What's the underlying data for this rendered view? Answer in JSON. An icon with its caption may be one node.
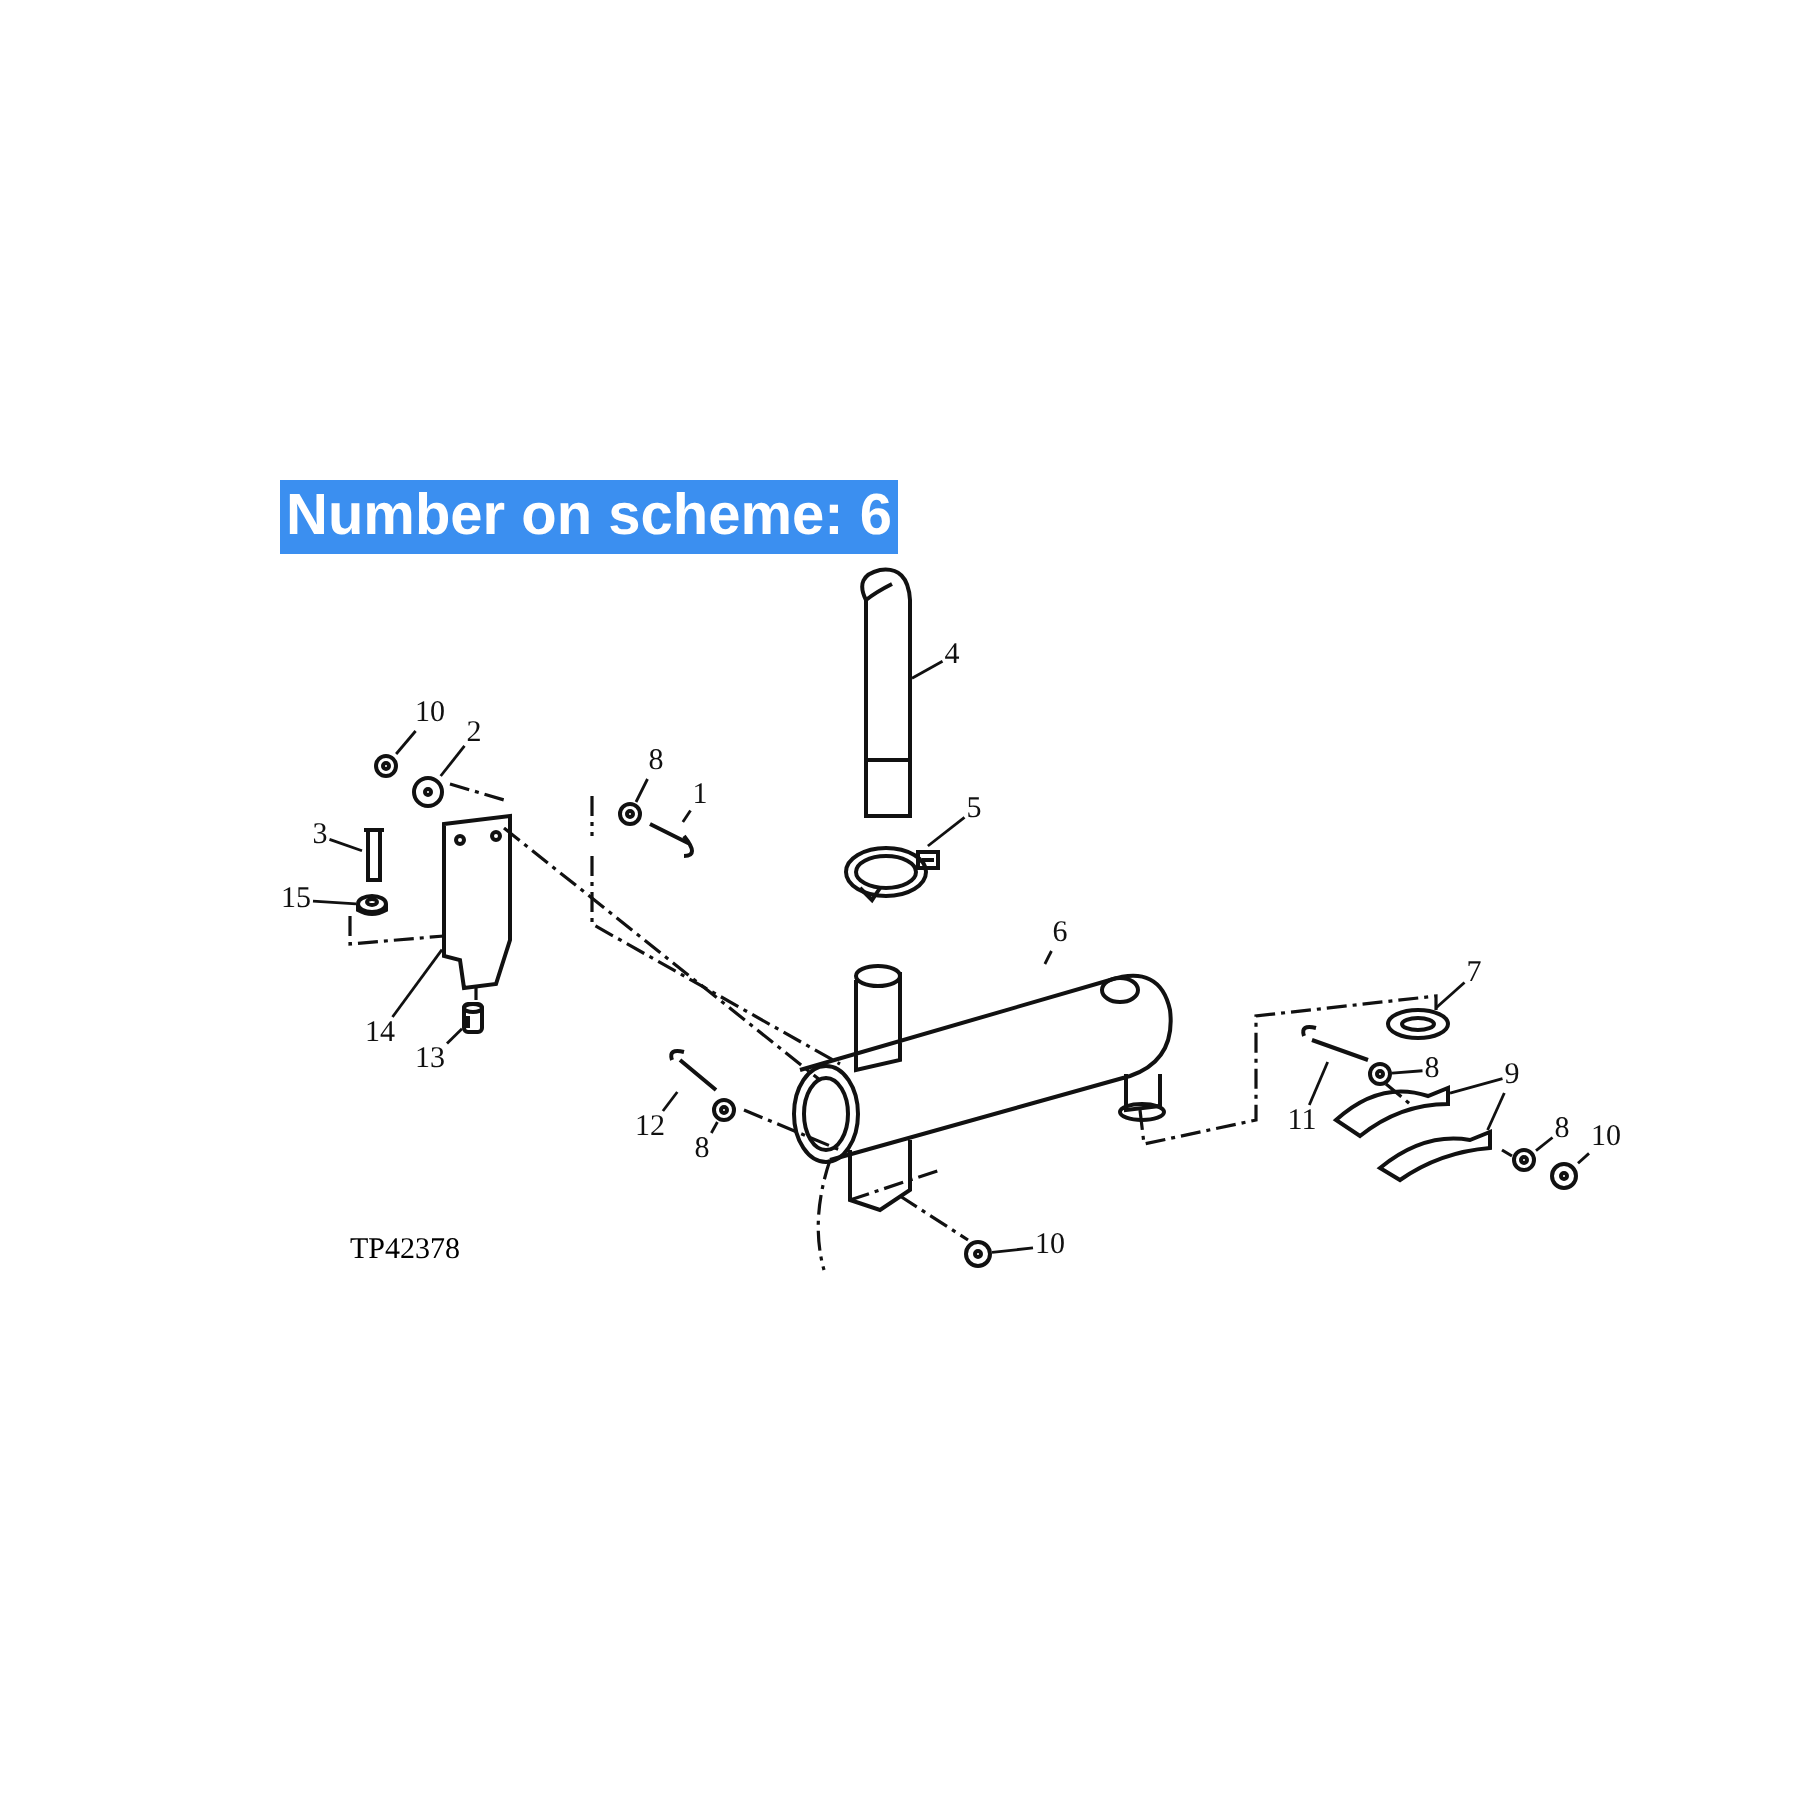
{
  "diagram": {
    "nodes": [
      {
        "text": [
          "4"
        ]
      },
      {
        "text": [
          "10"
        ]
      },
      {
        "text": [
          "2"
        ]
      },
      {
        "text": [
          "8"
        ]
      },
      {
        "text": [
          "1"
        ]
      },
      {
        "text": [
          "5"
        ]
      },
      {
        "text": [
          "3"
        ]
      },
      {
        "text": [
          "15"
        ]
      },
      {
        "text": [
          "6"
        ]
      },
      {
        "text": [
          "14"
        ]
      },
      {
        "text": [
          "7"
        ]
      },
      {
        "text": [
          "13"
        ]
      },
      {
        "text": [
          "11"
        ]
      },
      {
        "text": [
          "8"
        ]
      },
      {
        "text": [
          "9"
        ]
      },
      {
        "text": [
          "12"
        ]
      },
      {
        "text": [
          "8"
        ]
      },
      {
        "text": [
          "8"
        ]
      },
      {
        "text": [
          "10"
        ]
      },
      {
        "text": [
          "10"
        ]
      },
      {
        "text": [],
        "shape": "picture"
      },
      {
        "text": [],
        "shape": "picture"
      },
      {
        "text": [],
        "shape": "picture"
      },
      {
        "text": [],
        "shape": "picture"
      },
      {
        "text": [],
        "shape": "picture"
      },
      {
        "text": [],
        "shape": "picture"
      },
      {
        "text": [],
        "shape": "picture"
      },
      {
        "text": [],
        "shape": "picture"
      },
      {
        "text": [],
        "shape": "picture"
      },
      {
        "text": [],
        "shape": "picture"
      },
      {
        "text": [],
        "shape": "picture"
      },
      {
        "text": [],
        "shape": "picture"
      },
      {
        "text": [],
        "shape": "picture"
      },
      {
        "text": [],
        "shape": "picture"
      },
      {
        "text": [],
        "shape": "picture"
      },
      {
        "text": [],
        "shape": "picture"
      },
      {
        "text": [],
        "shape": "picture"
      },
      {
        "text": [],
        "shape": "picture"
      },
      {
        "text": [],
        "shape": "picture"
      },
      {
        "text": [],
        "shape": "picture"
      },
      {
        "text": [],
        "shape": "picture"
      }
    ],
    "edges": [
      {
        "from": 0,
        "to": 20,
        "arrow": "none"
      },
      {
        "from": 1,
        "to": 21,
        "arrow": "none"
      },
      {
        "from": 2,
        "to": 22,
        "arrow": "none"
      },
      {
        "from": 3,
        "to": 23,
        "arrow": "none"
      },
      {
        "from": 4,
        "to": 24,
        "arrow": "none"
      },
      {
        "from": 5,
        "to": 25,
        "arrow": "none"
      },
      {
        "from": 6,
        "to": 26,
        "arrow": "none"
      },
      {
        "from": 7,
        "to": 27,
        "arrow": "none"
      },
      {
        "from": 8,
        "to": 28,
        "arrow": "none"
      },
      {
        "from": 9,
        "to": 29,
        "arrow": "none"
      },
      {
        "from": 10,
        "to": 30,
        "arrow": "none"
      },
      {
        "from": 11,
        "to": 31,
        "arrow": "none"
      },
      {
        "from": 12,
        "to": 32,
        "arrow": "none"
      },
      {
        "from": 13,
        "to": 33,
        "arrow": "none"
      },
      {
        "from": 14,
        "to": 34,
        "arrow": "none"
      },
      {
        "from": 14,
        "to": 35,
        "arrow": "none"
      },
      {
        "from": 15,
        "to": 36,
        "arrow": "none"
      },
      {
        "from": 16,
        "to": 37,
        "arrow": "none"
      },
      {
        "from": 17,
        "to": 38,
        "arrow": "none"
      },
      {
        "from": 18,
        "to": 39,
        "arrow": "none"
      },
      {
        "from": 19,
        "to": 40,
        "arrow": "none"
      }
    ],
    "labels": [
      "Number on scheme: 6",
      "TP42378"
    ]
  }
}
